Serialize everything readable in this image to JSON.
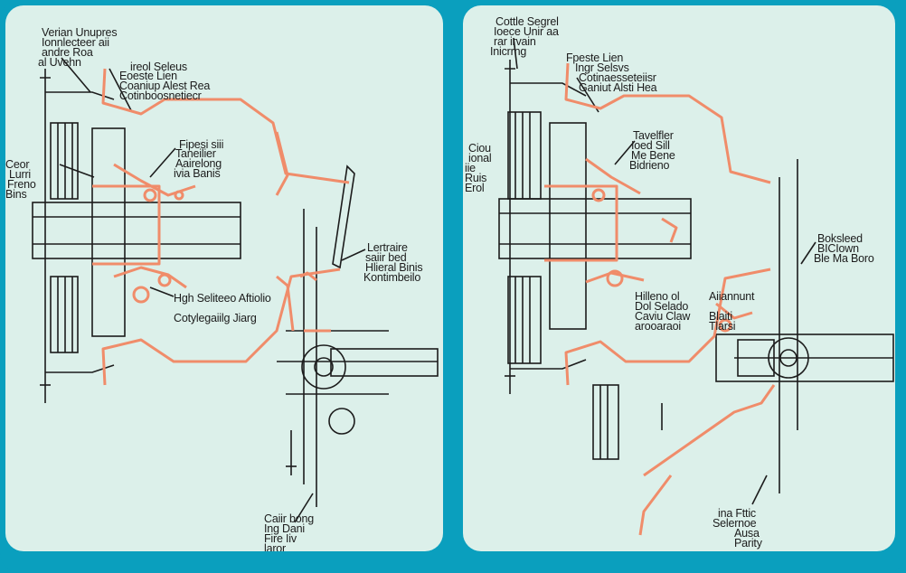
{
  "colors": {
    "frame": "#0a9fbe",
    "panel_bg": "#dcf0ea",
    "ink": "#1c1c1c",
    "accent": "#f08c6a",
    "shadow": "#bfcfcd"
  },
  "left_panel": {
    "labels": [
      {
        "id": "l1",
        "text": "Verian Unupres"
      },
      {
        "id": "l2",
        "text": "Ionnlecteer aii"
      },
      {
        "id": "l3",
        "text": "andre Roa"
      },
      {
        "id": "l4",
        "text": "al Uvehn"
      },
      {
        "id": "l5",
        "text": "ireol Seleus"
      },
      {
        "id": "l6",
        "text": "Eoeste Lien"
      },
      {
        "id": "l7",
        "text": "Coaniup Alest Rea"
      },
      {
        "id": "l8",
        "text": "Cotinboosnetiecr"
      },
      {
        "id": "l9",
        "text": "Fipesi siii"
      },
      {
        "id": "l10",
        "text": "Taneilier"
      },
      {
        "id": "l11",
        "text": "Aairelong"
      },
      {
        "id": "l12",
        "text": "ivia Banis"
      },
      {
        "id": "l13",
        "text": "Ceor"
      },
      {
        "id": "l14",
        "text": "Lurri"
      },
      {
        "id": "l15",
        "text": "Freno"
      },
      {
        "id": "l16",
        "text": "Bins"
      },
      {
        "id": "l17",
        "text": "Lertraire"
      },
      {
        "id": "l18",
        "text": "saiir bed"
      },
      {
        "id": "l19",
        "text": "Hlieral Binis"
      },
      {
        "id": "l20",
        "text": "Kontimbeilo"
      },
      {
        "id": "l21",
        "text": "Hgh Seliteeo Aftiolio"
      },
      {
        "id": "l22",
        "text": "Cotylegaiilg Jiarg"
      },
      {
        "id": "l23",
        "text": "Caiir bong"
      },
      {
        "id": "l24",
        "text": "Ing Dani"
      },
      {
        "id": "l25",
        "text": "Fire Iiv"
      },
      {
        "id": "l26",
        "text": "laror"
      }
    ]
  },
  "right_panel": {
    "labels": [
      {
        "id": "r1",
        "text": "Cottle Segrel"
      },
      {
        "id": "r2",
        "text": "Ioece Unir aa"
      },
      {
        "id": "r3",
        "text": "rar irvain"
      },
      {
        "id": "r4",
        "text": "Inicrrng"
      },
      {
        "id": "r5",
        "text": "Fpeste Lien"
      },
      {
        "id": "r6",
        "text": "Ingr Selsvs"
      },
      {
        "id": "r7",
        "text": "Cotinaesseteiisr"
      },
      {
        "id": "r8",
        "text": "Ganiut Alsti Hea"
      },
      {
        "id": "r9",
        "text": "Tavelfler"
      },
      {
        "id": "r10",
        "text": "Ioed Sill"
      },
      {
        "id": "r11",
        "text": "Me Bene"
      },
      {
        "id": "r12",
        "text": "Bidrieno"
      },
      {
        "id": "r13",
        "text": "Ciou"
      },
      {
        "id": "r14",
        "text": "ional"
      },
      {
        "id": "r15",
        "text": "iie"
      },
      {
        "id": "r16",
        "text": "Ruis"
      },
      {
        "id": "r17",
        "text": "Erol"
      },
      {
        "id": "r18",
        "text": "Boksleed"
      },
      {
        "id": "r19",
        "text": "BICIown"
      },
      {
        "id": "r20",
        "text": "Ble Ma Boro"
      },
      {
        "id": "r21",
        "text": "Hilleno ol"
      },
      {
        "id": "r22",
        "text": "Dol Selado"
      },
      {
        "id": "r23",
        "text": "Aiiannunt"
      },
      {
        "id": "r24",
        "text": "Caviu Claw"
      },
      {
        "id": "r25",
        "text": "Blaiti"
      },
      {
        "id": "r26",
        "text": "arooaraoi"
      },
      {
        "id": "r27",
        "text": "Tlarsi"
      },
      {
        "id": "r28",
        "text": "ina Fttic"
      },
      {
        "id": "r29",
        "text": "Selernoe"
      },
      {
        "id": "r30",
        "text": "Ausa"
      },
      {
        "id": "r31",
        "text": "Parity"
      }
    ]
  }
}
